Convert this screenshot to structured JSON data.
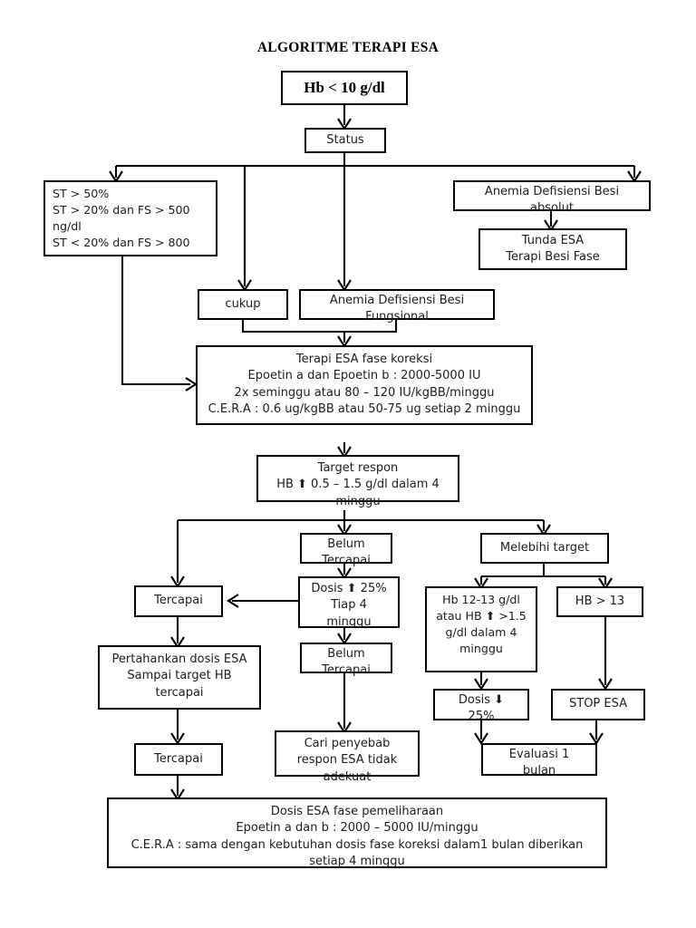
{
  "title": "ALGORITME TERAPI ESA",
  "nodes": {
    "hb_start": {
      "label": "Hb < 10 g/dl"
    },
    "status": {
      "label": "Status"
    },
    "st_levels": {
      "label": "ST > 50%\nST > 20% dan FS > 500 ng/dl\nST < 20% dan FS > 800"
    },
    "adb_abs": {
      "label": "Anemia Defisiensi Besi\nabsolut"
    },
    "tunda_esa": {
      "label": "Tunda ESA\nTerapi Besi Fase"
    },
    "cukup": {
      "label": "cukup"
    },
    "adb_fungs": {
      "label": "Anemia Defisiensi Besi\nFungsional"
    },
    "terapi_koreksi": {
      "label": "Terapi ESA fase koreksi\nEpoetin a dan Epoetin b : 2000-5000 IU\n2x seminggu atau 80 – 120 IU/kgBB/minggu\nC.E.R.A : 0.6 ug/kgBB atau 50-75 ug setiap 2 minggu"
    },
    "target_respon": {
      "label": "Target respon\nHB ⬆ 0.5 – 1.5 g/dl dalam 4 minggu"
    },
    "belum_tercapai_1": {
      "label": "Belum\nTercapai"
    },
    "melebihi_target": {
      "label": "Melebihi target"
    },
    "tercapai_1": {
      "label": "Tercapai"
    },
    "dosis_naik": {
      "label": "Dosis ⬆ 25%\nTiap 4\nminggu"
    },
    "hb_12_13": {
      "label": "Hb 12-13 g/dl\natau HB ⬆ >1.5\ng/dl dalam 4\nminggu"
    },
    "hb_gt_13": {
      "label": "HB > 13"
    },
    "pertahankan": {
      "label": "Pertahankan dosis ESA\nSampai target HB\ntercapai"
    },
    "belum_tercapai_2": {
      "label": "Belum\nTercapai"
    },
    "dosis_turun": {
      "label": "Dosis ⬇\n25%"
    },
    "stop_esa": {
      "label": "STOP ESA"
    },
    "tercapai_2": {
      "label": "Tercapai"
    },
    "cari_penyebab": {
      "label": "Cari penyebab\nrespon ESA tidak\nadekuat"
    },
    "evaluasi": {
      "label": "Evaluasi 1\nbulan"
    },
    "pemeliharaan": {
      "label": "Dosis ESA fase pemeliharaan\nEpoetin a dan b : 2000 – 5000 IU/minggu\nC.E.R.A : sama dengan kebutuhan dosis fase koreksi dalam1 bulan diberikan setiap 4 minggu"
    }
  },
  "colors": {
    "stroke": "#000000",
    "background": "#ffffff",
    "text": "#1d1d1d"
  }
}
